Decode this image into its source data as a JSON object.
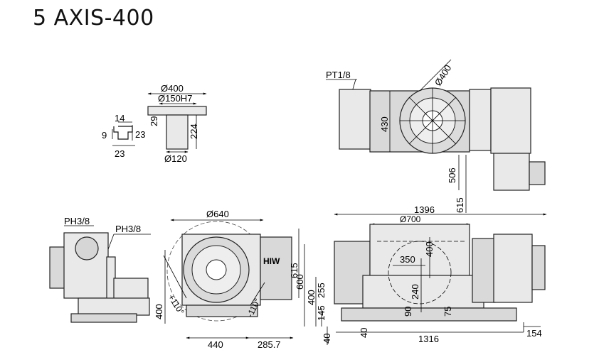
{
  "title": "5 AXIS-400",
  "labels": {
    "pt": "PT1/8",
    "ph_left": "PH3/8",
    "ph_right": "PH3/8",
    "angle_pos": "+110°",
    "angle_neg": "-110°",
    "logo": "HIW"
  },
  "dims": {
    "d400_top": "Ø400",
    "d150": "Ø150H7",
    "h29": "29",
    "h224": "224",
    "d120": "Ø120",
    "w14": "14",
    "h9": "9",
    "h23": "23",
    "w23": "23",
    "d400_rot": "Ø400",
    "h430": "430",
    "v506": "506",
    "v615_top": "615",
    "d640": "Ø640",
    "h615": "615",
    "h600": "600",
    "h400_side": "400",
    "w440": "440",
    "w285": "285.7",
    "w1396": "1396",
    "d700": "Ø700",
    "h400_front": "400",
    "h255": "255",
    "h145": "145",
    "h40a": "40",
    "h40b": "40",
    "w350": "350",
    "v400": "400",
    "v240": "240",
    "v90": "90",
    "v75": "75",
    "w1316": "1316",
    "w154": "154"
  }
}
